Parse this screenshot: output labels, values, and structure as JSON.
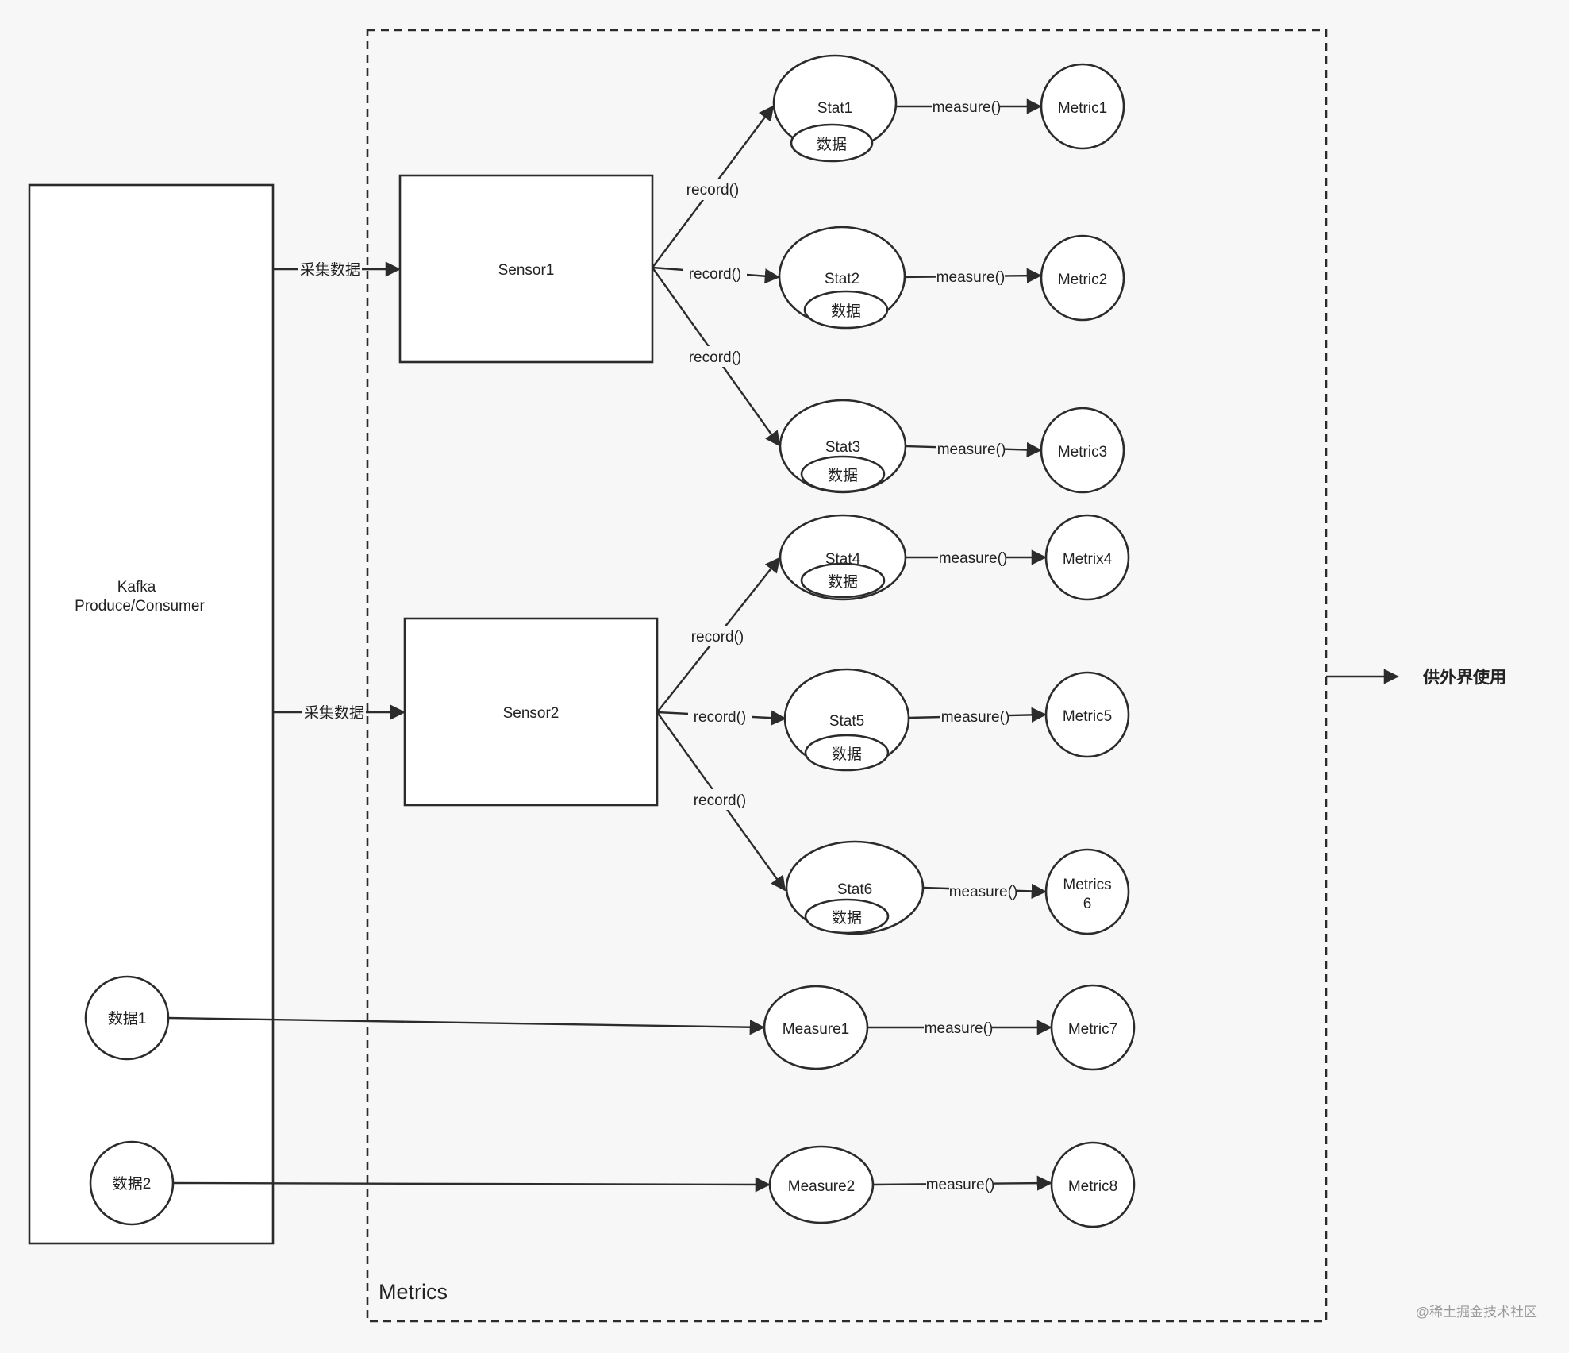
{
  "colors": {
    "stroke": "#2b2b2b",
    "background": "#f7f7f7",
    "node_fill": "#ffffff",
    "watermark": "#9a9a9a"
  },
  "kafka": {
    "line1": "Kafka",
    "line2": "Produce/Consumer"
  },
  "data1": "数据1",
  "data2": "数据2",
  "collect_label": "采集数据",
  "sensors": [
    "Sensor1",
    "Sensor2"
  ],
  "stats": [
    "Stat1",
    "Stat2",
    "Stat3",
    "Stat4",
    "Stat5",
    "Stat6"
  ],
  "stat_inner": "数据",
  "record_label": "record()",
  "measure_label": "measure()",
  "metrics": [
    "Metric1",
    "Metric2",
    "Metric3",
    "Metrix4",
    "Metric5",
    "Metrics 6",
    "Metric7",
    "Metric8"
  ],
  "measures": [
    "Measure1",
    "Measure2"
  ],
  "group_title": "Metrics",
  "external_label": "供外界使用",
  "watermark": "@稀土掘金技术社区"
}
